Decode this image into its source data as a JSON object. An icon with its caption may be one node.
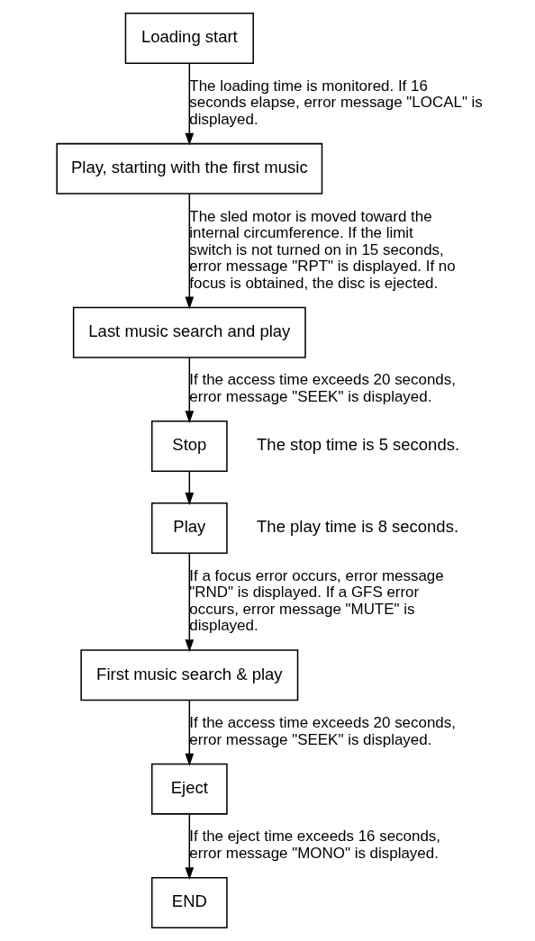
{
  "diagram": {
    "nodes": [
      {
        "text": [
          "Loading start"
        ]
      },
      {
        "text": [
          "Play, starting with the first music"
        ]
      },
      {
        "text": [
          "Last music search and play"
        ]
      },
      {
        "text": [
          "Stop"
        ],
        "beside": [
          "The stop time is 5 seconds."
        ]
      },
      {
        "text": [
          "Play"
        ],
        "beside": [
          "The play time is 8 seconds."
        ]
      },
      {
        "text": [
          "First music search & play"
        ]
      },
      {
        "text": [
          "Eject"
        ]
      },
      {
        "text": [
          "END"
        ]
      }
    ],
    "edges": [
      {
        "from": 0,
        "to": 1,
        "arrow": "to",
        "label": "The loading time is monitored. If 16 seconds elapse, error message \"LOCAL\" is displayed."
      },
      {
        "from": 1,
        "to": 2,
        "arrow": "to",
        "label": "The sled motor is moved toward the internal circumference. If the limit switch is not turned on in 15 seconds, error message \"RPT\" is displayed. If no focus is obtained, the disc is ejected."
      },
      {
        "from": 2,
        "to": 3,
        "arrow": "to",
        "label": "If the access time exceeds 20 seconds, error message \"SEEK\" is displayed."
      },
      {
        "from": 3,
        "to": 4,
        "arrow": "to"
      },
      {
        "from": 4,
        "to": 5,
        "arrow": "to",
        "label": "If a focus error occurs, error message \"RND\" is displayed. If a GFS error occurs, error message \"MUTE\" is displayed."
      },
      {
        "from": 5,
        "to": 6,
        "arrow": "to",
        "label": "If the access time exceeds 20 seconds, error message \"SEEK\" is displayed."
      },
      {
        "from": 6,
        "to": 7,
        "arrow": "to",
        "label": "If the eject time exceeds 16 seconds, error message \"MONO\" is displayed."
      }
    ]
  }
}
